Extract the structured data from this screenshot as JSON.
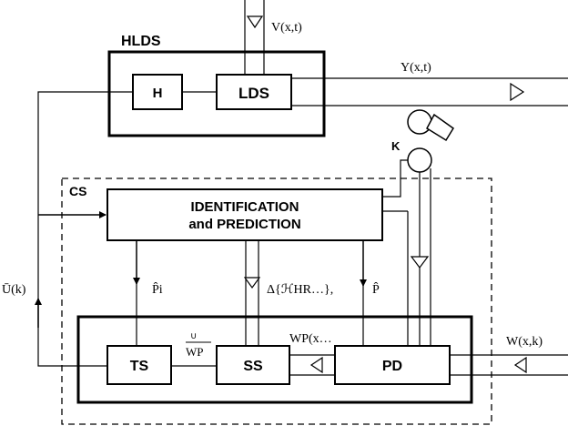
{
  "labels": {
    "hlds": "HLDS",
    "cs": "CS",
    "k": "K",
    "v_signal": "V(x,t)",
    "y_signal": "Y(x,t)",
    "w_signal": "W(x,k)",
    "u_signal": "Ū(k)",
    "p1": "P̂i",
    "p_hat": "P̂",
    "delta": "Δ{ℋHR…},",
    "wp": "WP(x…",
    "wp_bar": "WP",
    "wp_mark": "∪"
  },
  "blocks": {
    "h": "H",
    "lds": "LDS",
    "ident_line1": "IDENTIFICATION",
    "ident_line2": "and PREDICTION",
    "ts": "TS",
    "ss": "SS",
    "pd": "PD"
  }
}
